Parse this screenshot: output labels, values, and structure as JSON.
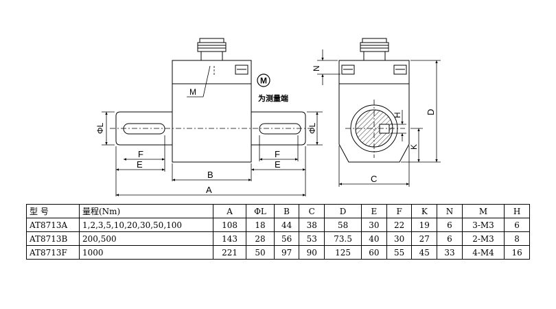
{
  "drawing": {
    "front_labels": {
      "A": "A",
      "B": "B",
      "E_left": "E",
      "F_left": "F",
      "E_right": "E",
      "F_right": "F",
      "phiL_left": "ΦL",
      "phiL_right": "ΦL",
      "M": "M"
    },
    "measuring_end": {
      "circle_letter": "M",
      "note": "为测量端"
    },
    "side_labels": {
      "N": "N",
      "H": "H",
      "D": "D",
      "K": "K",
      "C": "C"
    }
  },
  "table": {
    "headers": [
      "型 号",
      "量程(Nm)",
      "A",
      "ΦL",
      "B",
      "C",
      "D",
      "E",
      "F",
      "K",
      "N",
      "M",
      "H"
    ],
    "rows": [
      [
        "AT8713A",
        "1,2,3,5,10,20,30,50,100",
        "108",
        "18",
        "44",
        "38",
        "58",
        "30",
        "22",
        "19",
        "6",
        "3-M3",
        "6"
      ],
      [
        "AT8713B",
        "200,500",
        "143",
        "28",
        "56",
        "53",
        "73.5",
        "40",
        "30",
        "27",
        "6",
        "2-M3",
        "8"
      ],
      [
        "AT8713F",
        "1000",
        "221",
        "50",
        "97",
        "90",
        "125",
        "60",
        "55",
        "45",
        "33",
        "4-M4",
        "16"
      ]
    ]
  }
}
